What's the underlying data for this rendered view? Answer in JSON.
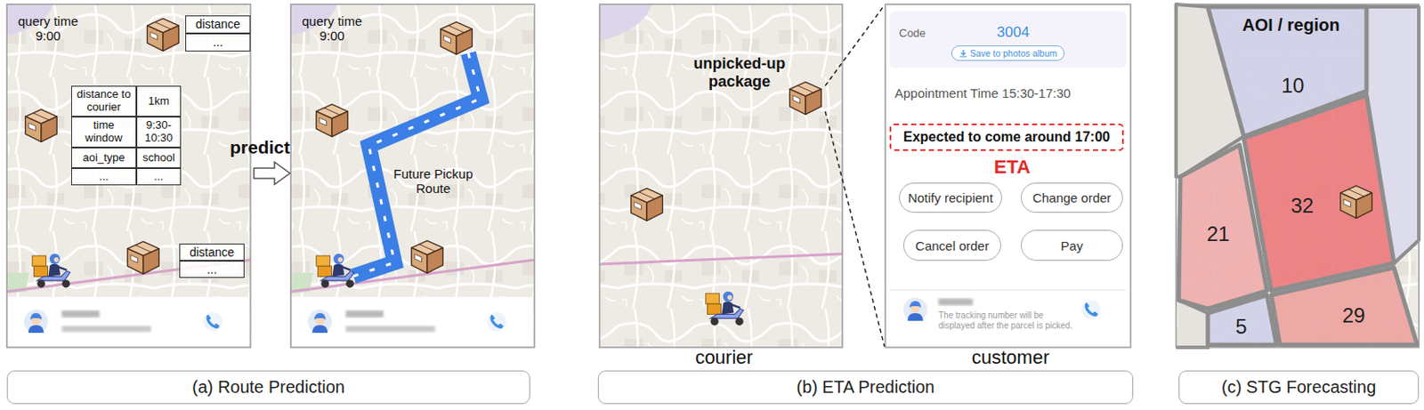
{
  "diagram": {
    "nodes": [
      {
        "text": [
          "Save to photos album"
        ]
      },
      {
        "text": [
          "Expected to come around 17:00"
        ]
      },
      {
        "text": [
          "Notify recipient"
        ]
      },
      {
        "text": [
          "Change order"
        ]
      },
      {
        "text": [
          "Cancel order"
        ]
      },
      {
        "text": [
          "Pay"
        ]
      },
      {
        "text": [
          "10"
        ]
      },
      {
        "text": [
          "21"
        ]
      },
      {
        "text": [
          "32"
        ]
      },
      {
        "text": [
          "5"
        ]
      },
      {
        "text": [
          "29"
        ]
      },
      {
        "text": [
          "(a) Route Prediction"
        ]
      },
      {
        "text": [
          "(b) ETA Prediction"
        ]
      },
      {
        "text": [
          "(c) STG Forecasting"
        ]
      }
    ],
    "labels": [
      "query time 9:00",
      "distance",
      "...",
      "distance to courier",
      "1km",
      "time window",
      "9:30-10:30",
      "aoi_type",
      "school",
      "...",
      "...",
      "distance",
      "...",
      "predict",
      "query time 9:00",
      "Future Pickup Route",
      "unpicked-up package",
      "courier",
      "Code",
      "3004",
      "Appointment Time 15:30-17:30",
      "ETA",
      "The tracking number will be displayed after the parcel is picked.",
      "customer",
      "AOI / region"
    ]
  }
}
